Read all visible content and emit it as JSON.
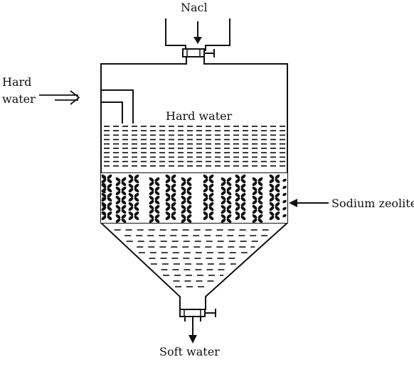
{
  "diagram": {
    "labels": {
      "nacl": "Nacl",
      "hard_water_inlet_line1": "Hard",
      "hard_water_inlet_line2": "water",
      "hard_water_layer": "Hard water",
      "sodium_zeolite": "Sodium zeolite",
      "soft_water": "Soft water"
    },
    "colors": {
      "ink": "#111111",
      "background": "#ffffff"
    },
    "icons": {
      "arrows": "arrow-icon",
      "valves": "valve-icon"
    }
  }
}
